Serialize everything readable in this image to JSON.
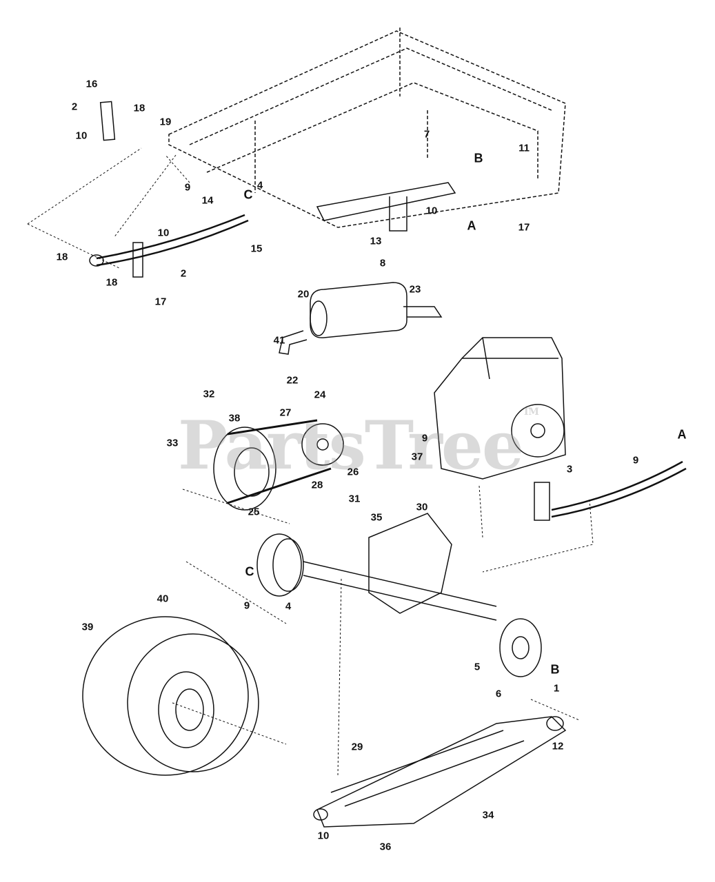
{
  "watermark": {
    "text": "PartsTree",
    "mark": "TM"
  },
  "callouts": [
    {
      "id": "16"
    },
    {
      "id": "2"
    },
    {
      "id": "18"
    },
    {
      "id": "19"
    },
    {
      "id": "10"
    },
    {
      "id": "9"
    },
    {
      "id": "14"
    },
    {
      "id": "C"
    },
    {
      "id": "4"
    },
    {
      "id": "10"
    },
    {
      "id": "15"
    },
    {
      "id": "18"
    },
    {
      "id": "18"
    },
    {
      "id": "2"
    },
    {
      "id": "17"
    },
    {
      "id": "7"
    },
    {
      "id": "11"
    },
    {
      "id": "B"
    },
    {
      "id": "10"
    },
    {
      "id": "A"
    },
    {
      "id": "17"
    },
    {
      "id": "13"
    },
    {
      "id": "8"
    },
    {
      "id": "20"
    },
    {
      "id": "23"
    },
    {
      "id": "41"
    },
    {
      "id": "22"
    },
    {
      "id": "32"
    },
    {
      "id": "38"
    },
    {
      "id": "27"
    },
    {
      "id": "24"
    },
    {
      "id": "33"
    },
    {
      "id": "9"
    },
    {
      "id": "37"
    },
    {
      "id": "26"
    },
    {
      "id": "28"
    },
    {
      "id": "25"
    },
    {
      "id": "31"
    },
    {
      "id": "35"
    },
    {
      "id": "30"
    },
    {
      "id": "A"
    },
    {
      "id": "3"
    },
    {
      "id": "9"
    },
    {
      "id": "C"
    },
    {
      "id": "9"
    },
    {
      "id": "4"
    },
    {
      "id": "40"
    },
    {
      "id": "39"
    },
    {
      "id": "5"
    },
    {
      "id": "B"
    },
    {
      "id": "6"
    },
    {
      "id": "1"
    },
    {
      "id": "12"
    },
    {
      "id": "29"
    },
    {
      "id": "34"
    },
    {
      "id": "10"
    },
    {
      "id": "36"
    }
  ]
}
